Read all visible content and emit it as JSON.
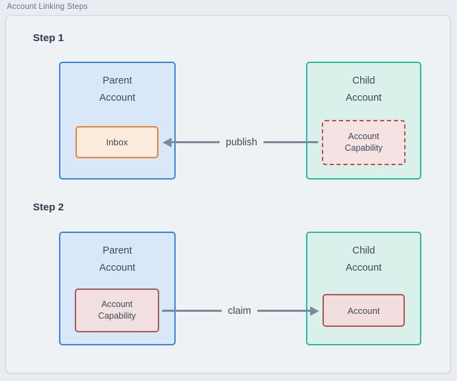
{
  "page_title": "Account Linking Steps",
  "colors": {
    "canvas_bg": "#e9edf2",
    "panel_bg": "#eef2f5",
    "panel_border": "#ccd6de",
    "parent_fill": "#d8e8f8",
    "parent_border": "#3a87d9",
    "child_fill": "#d9f1ea",
    "child_border": "#2bb9a5",
    "inbox_fill": "#fceadb",
    "inbox_border": "#e4833c",
    "capability_fill": "#f4e2e2",
    "capability_border": "#b5534f",
    "arrow": "#7b8a9a",
    "text": "#3d4a5a"
  },
  "steps": [
    {
      "label": "Step 1",
      "parent_title": "Parent\nAccount",
      "parent_inner": "Inbox",
      "child_title": "Child\nAccount",
      "child_inner": "Account\nCapability",
      "arrow_label": "publish",
      "arrow_direction": "right-to-left"
    },
    {
      "label": "Step 2",
      "parent_title": "Parent\nAccount",
      "parent_inner": "Account\nCapability",
      "child_title": "Child\nAccount",
      "child_inner": "Account",
      "arrow_label": "claim",
      "arrow_direction": "left-to-right"
    }
  ]
}
